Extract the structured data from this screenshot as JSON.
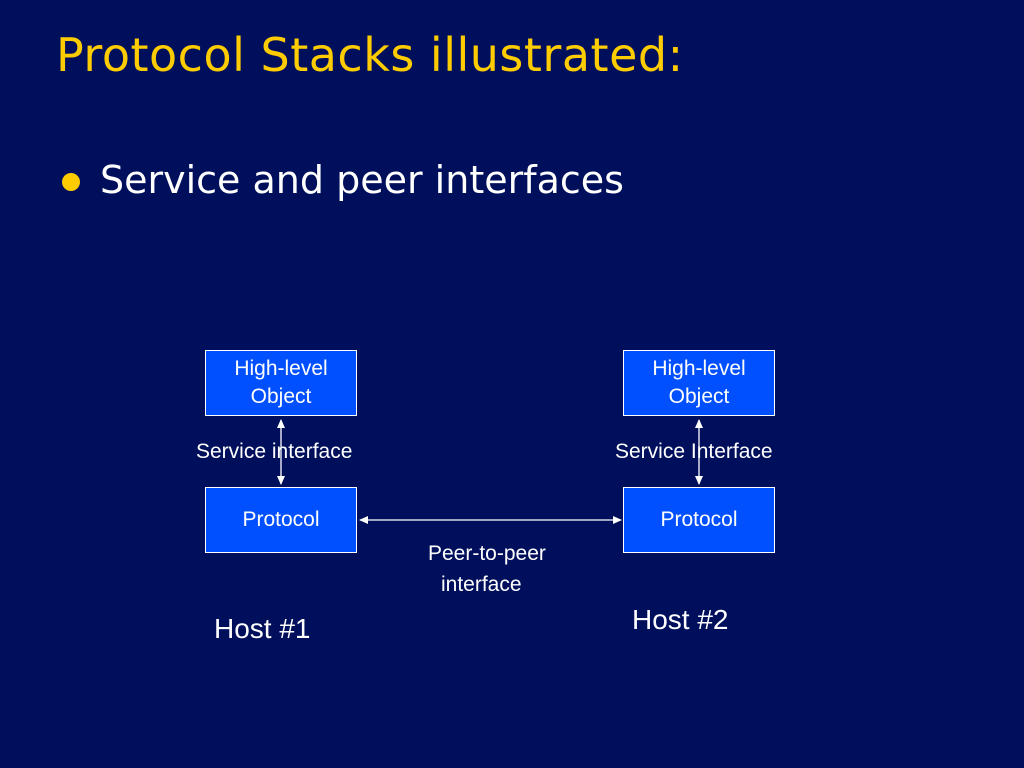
{
  "slide": {
    "title": "Protocol Stacks illustrated:",
    "bullet": "Service and peer interfaces",
    "accent_color": "#ffcc00",
    "background_color": "#000f5c",
    "box_color": "#0050ff"
  },
  "diagram": {
    "host1": {
      "high_level_line1": "High-level",
      "high_level_line2": "Object",
      "service_label": "Service interface",
      "protocol_label": "Protocol",
      "host_label": "Host #1"
    },
    "host2": {
      "high_level_line1": "High-level",
      "high_level_line2": "Object",
      "service_label": "Service Interface",
      "protocol_label": "Protocol",
      "host_label": "Host #2"
    },
    "peer_label_line1": "Peer-to-peer",
    "peer_label_line2": "interface"
  }
}
